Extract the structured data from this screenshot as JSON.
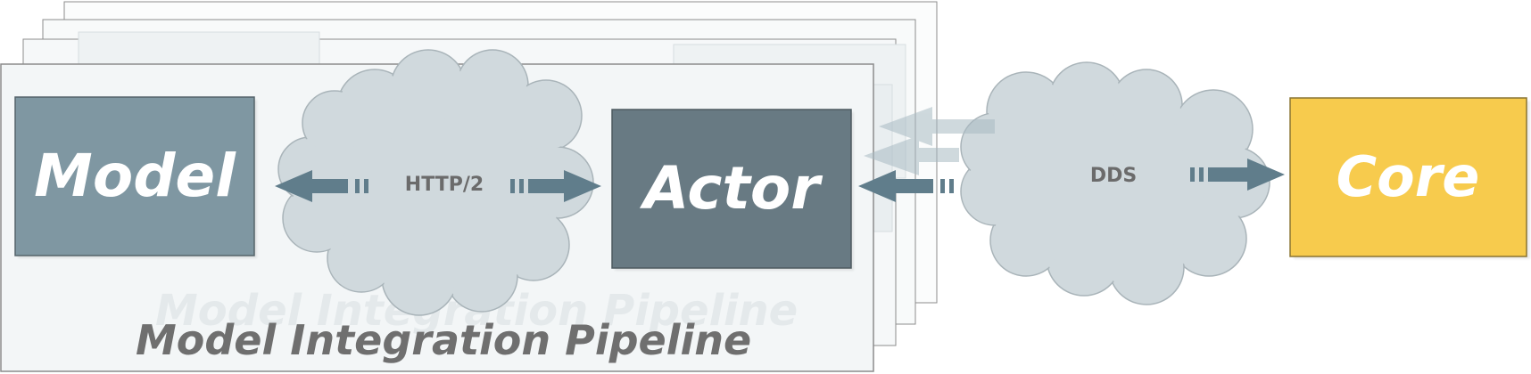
{
  "pipeline": {
    "title": "Model Integration Pipeline"
  },
  "nodes": {
    "model": {
      "label": "Model"
    },
    "actor": {
      "label": "Actor"
    },
    "core": {
      "label": "Core"
    }
  },
  "links": {
    "model_actor": {
      "protocol": "HTTP/2"
    },
    "actor_core": {
      "protocol": "DDS"
    }
  },
  "colors": {
    "model": "#7f97a2",
    "actor": "#687a83",
    "core": "#f7cb4d",
    "cloud": "#d0d9dd",
    "arrow": "#607d8b",
    "pipeline_bg": "#f3f6f7",
    "text_dark": "#6f6f6f",
    "text_light": "#ffffff",
    "protocol_text": "#6b6b6b"
  }
}
